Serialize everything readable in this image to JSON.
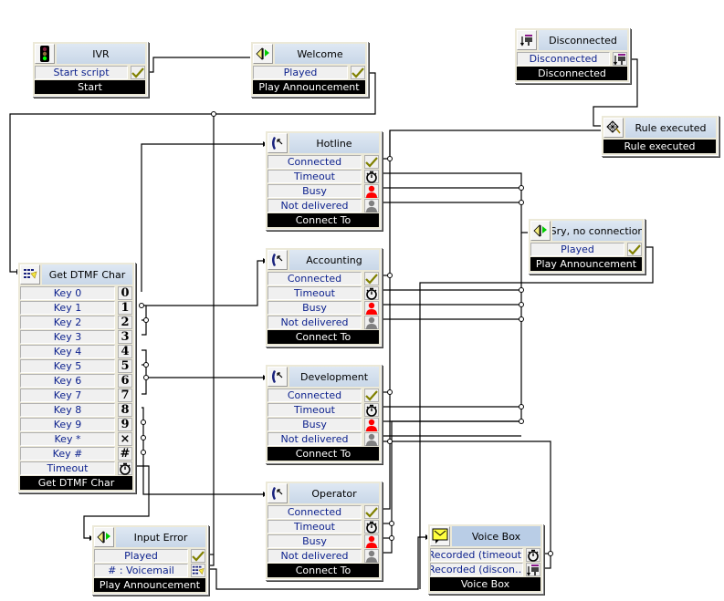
{
  "colors": {
    "label_text": "#0a1f8c",
    "footer_bg": "#000000",
    "header_bg": "#c9d7e8",
    "check": "#808000",
    "busy": "#ff0000",
    "not_delivered": "#808080"
  },
  "nodes": {
    "ivr": {
      "title": "IVR",
      "icon": "traffic-light-icon",
      "outputs": [
        {
          "label": "Start script",
          "icon": "check-icon"
        }
      ],
      "footer": "Start"
    },
    "welcome": {
      "title": "Welcome",
      "icon": "announcement-icon",
      "outputs": [
        {
          "label": "Played",
          "icon": "check-icon"
        }
      ],
      "footer": "Play Announcement"
    },
    "disconnected": {
      "title": "Disconnected",
      "icon": "disconnect-icon",
      "outputs": [
        {
          "label": "Disconnected",
          "icon": "disconnect-icon"
        }
      ],
      "footer": "Disconnected"
    },
    "rule_executed": {
      "title": "Rule executed",
      "icon": "rule-icon",
      "outputs": [],
      "footer": "Rule executed"
    },
    "hotline": {
      "title": "Hotline",
      "icon": "phone-transfer-icon",
      "outputs": [
        {
          "label": "Connected",
          "icon": "check-icon"
        },
        {
          "label": "Timeout",
          "icon": "stopwatch-icon"
        },
        {
          "label": "Busy",
          "icon": "busy-person-icon"
        },
        {
          "label": "Not delivered",
          "icon": "grey-person-icon"
        }
      ],
      "footer": "Connect To"
    },
    "accounting": {
      "title": "Accounting",
      "icon": "phone-transfer-icon",
      "outputs": [
        {
          "label": "Connected",
          "icon": "check-icon"
        },
        {
          "label": "Timeout",
          "icon": "stopwatch-icon"
        },
        {
          "label": "Busy",
          "icon": "busy-person-icon"
        },
        {
          "label": "Not delivered",
          "icon": "grey-person-icon"
        }
      ],
      "footer": "Connect To"
    },
    "development": {
      "title": "Development",
      "icon": "phone-transfer-icon",
      "outputs": [
        {
          "label": "Connected",
          "icon": "check-icon"
        },
        {
          "label": "Timeout",
          "icon": "stopwatch-icon"
        },
        {
          "label": "Busy",
          "icon": "busy-person-icon"
        },
        {
          "label": "Not delivered",
          "icon": "grey-person-icon"
        }
      ],
      "footer": "Connect To"
    },
    "operator": {
      "title": "Operator",
      "icon": "phone-transfer-icon",
      "outputs": [
        {
          "label": "Connected",
          "icon": "check-icon"
        },
        {
          "label": "Timeout",
          "icon": "stopwatch-icon"
        },
        {
          "label": "Busy",
          "icon": "busy-person-icon"
        },
        {
          "label": "Not delivered",
          "icon": "grey-person-icon"
        }
      ],
      "footer": "Connect To"
    },
    "sorry": {
      "title": "Sry, no connection",
      "icon": "announcement-icon",
      "outputs": [
        {
          "label": "Played",
          "icon": "check-icon"
        }
      ],
      "footer": "Play Announcement"
    },
    "dtmf": {
      "title": "Get DTMF Char",
      "icon": "keypad-icon",
      "outputs": [
        {
          "label": "Key 0",
          "key": "0"
        },
        {
          "label": "Key 1",
          "key": "1"
        },
        {
          "label": "Key 2",
          "key": "2"
        },
        {
          "label": "Key 3",
          "key": "3"
        },
        {
          "label": "Key 4",
          "key": "4"
        },
        {
          "label": "Key 5",
          "key": "5"
        },
        {
          "label": "Key 6",
          "key": "6"
        },
        {
          "label": "Key 7",
          "key": "7"
        },
        {
          "label": "Key 8",
          "key": "8"
        },
        {
          "label": "Key 9",
          "key": "9"
        },
        {
          "label": "Key *",
          "key": "×"
        },
        {
          "label": "Key #",
          "key": "#"
        },
        {
          "label": "Timeout",
          "icon": "stopwatch-icon"
        }
      ],
      "footer": "Get DTMF Char"
    },
    "input_error": {
      "title": "Input Error",
      "icon": "announcement-icon",
      "outputs": [
        {
          "label": "Played",
          "icon": "check-icon"
        },
        {
          "label": "# : Voicemail",
          "icon": "keypad-icon"
        }
      ],
      "footer": "Play Announcement"
    },
    "voice_box": {
      "title": "Voice Box",
      "icon": "voicemail-icon",
      "outputs": [
        {
          "label": "Recorded (timeout)",
          "icon": "stopwatch-icon"
        },
        {
          "label": "Recorded (discon…",
          "icon": "disconnect-icon"
        }
      ],
      "footer": "Voice Box"
    }
  }
}
